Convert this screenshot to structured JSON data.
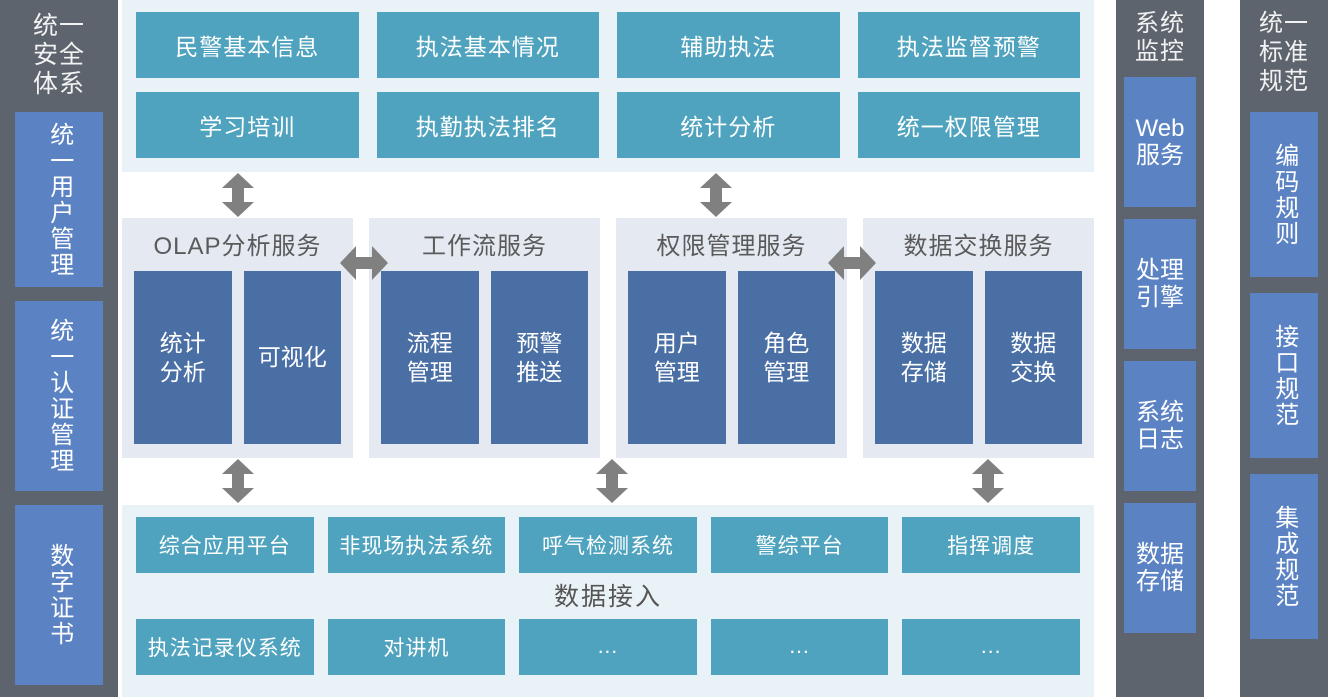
{
  "left_pillar": {
    "title": "统一\n安全\n体系",
    "boxes": [
      {
        "label": "统一用户管理"
      },
      {
        "label": "统一认证管理"
      },
      {
        "label": "数字证书"
      }
    ]
  },
  "monitor_pillar": {
    "title": "系统\n监控",
    "boxes": [
      {
        "label": "Web\n服务"
      },
      {
        "label": "处理\n引擎"
      },
      {
        "label": "系统\n日志"
      },
      {
        "label": "数据\n存储"
      }
    ]
  },
  "standard_pillar": {
    "title": "统一\n标准\n规范",
    "boxes": [
      {
        "label": "编码规则"
      },
      {
        "label": "接口规范"
      },
      {
        "label": "集成规范"
      }
    ]
  },
  "application_band": {
    "row1": [
      {
        "label": "民警基本信息"
      },
      {
        "label": "执法基本情况"
      },
      {
        "label": "辅助执法"
      },
      {
        "label": "执法监督预警"
      }
    ],
    "row2": [
      {
        "label": "学习培训"
      },
      {
        "label": "执勤执法排名"
      },
      {
        "label": "统计分析"
      },
      {
        "label": "统一权限管理"
      }
    ]
  },
  "service_band": {
    "panels": [
      {
        "title": "OLAP分析服务",
        "boxes": [
          {
            "label": "统计\n分析"
          },
          {
            "label": "可视化"
          }
        ]
      },
      {
        "title": "工作流服务",
        "boxes": [
          {
            "label": "流程\n管理"
          },
          {
            "label": "预警\n推送"
          }
        ]
      },
      {
        "title": "权限管理服务",
        "boxes": [
          {
            "label": "用户\n管理"
          },
          {
            "label": "角色\n管理"
          }
        ]
      },
      {
        "title": "数据交换服务",
        "boxes": [
          {
            "label": "数据\n存储"
          },
          {
            "label": "数据\n交换"
          }
        ]
      }
    ]
  },
  "data_band": {
    "caption": "数据接入",
    "row1": [
      {
        "label": "综合应用平台"
      },
      {
        "label": "非现场执法系统"
      },
      {
        "label": "呼气检测系统"
      },
      {
        "label": "警综平台"
      },
      {
        "label": "指挥调度"
      }
    ],
    "row2": [
      {
        "label": "执法记录仪系统"
      },
      {
        "label": "对讲机"
      },
      {
        "label": "..."
      },
      {
        "label": "..."
      },
      {
        "label": "..."
      }
    ]
  },
  "colors": {
    "pillar_bg": "#5d646e",
    "pillar_box": "#5b83c4",
    "teal_box": "#4fa3be",
    "service_panel": "#e4e9f2",
    "service_box": "#4a6fa5",
    "band_bg": "#e9f2f6",
    "arrow": "#808080"
  },
  "arrows": {
    "vertical_top": [
      "arrow-up-down-icon",
      "arrow-up-down-icon"
    ],
    "vertical_bottom": [
      "arrow-up-down-icon",
      "arrow-up-down-icon",
      "arrow-up-down-icon"
    ],
    "horizontal": [
      "arrow-left-right-icon",
      "arrow-left-right-icon"
    ]
  }
}
